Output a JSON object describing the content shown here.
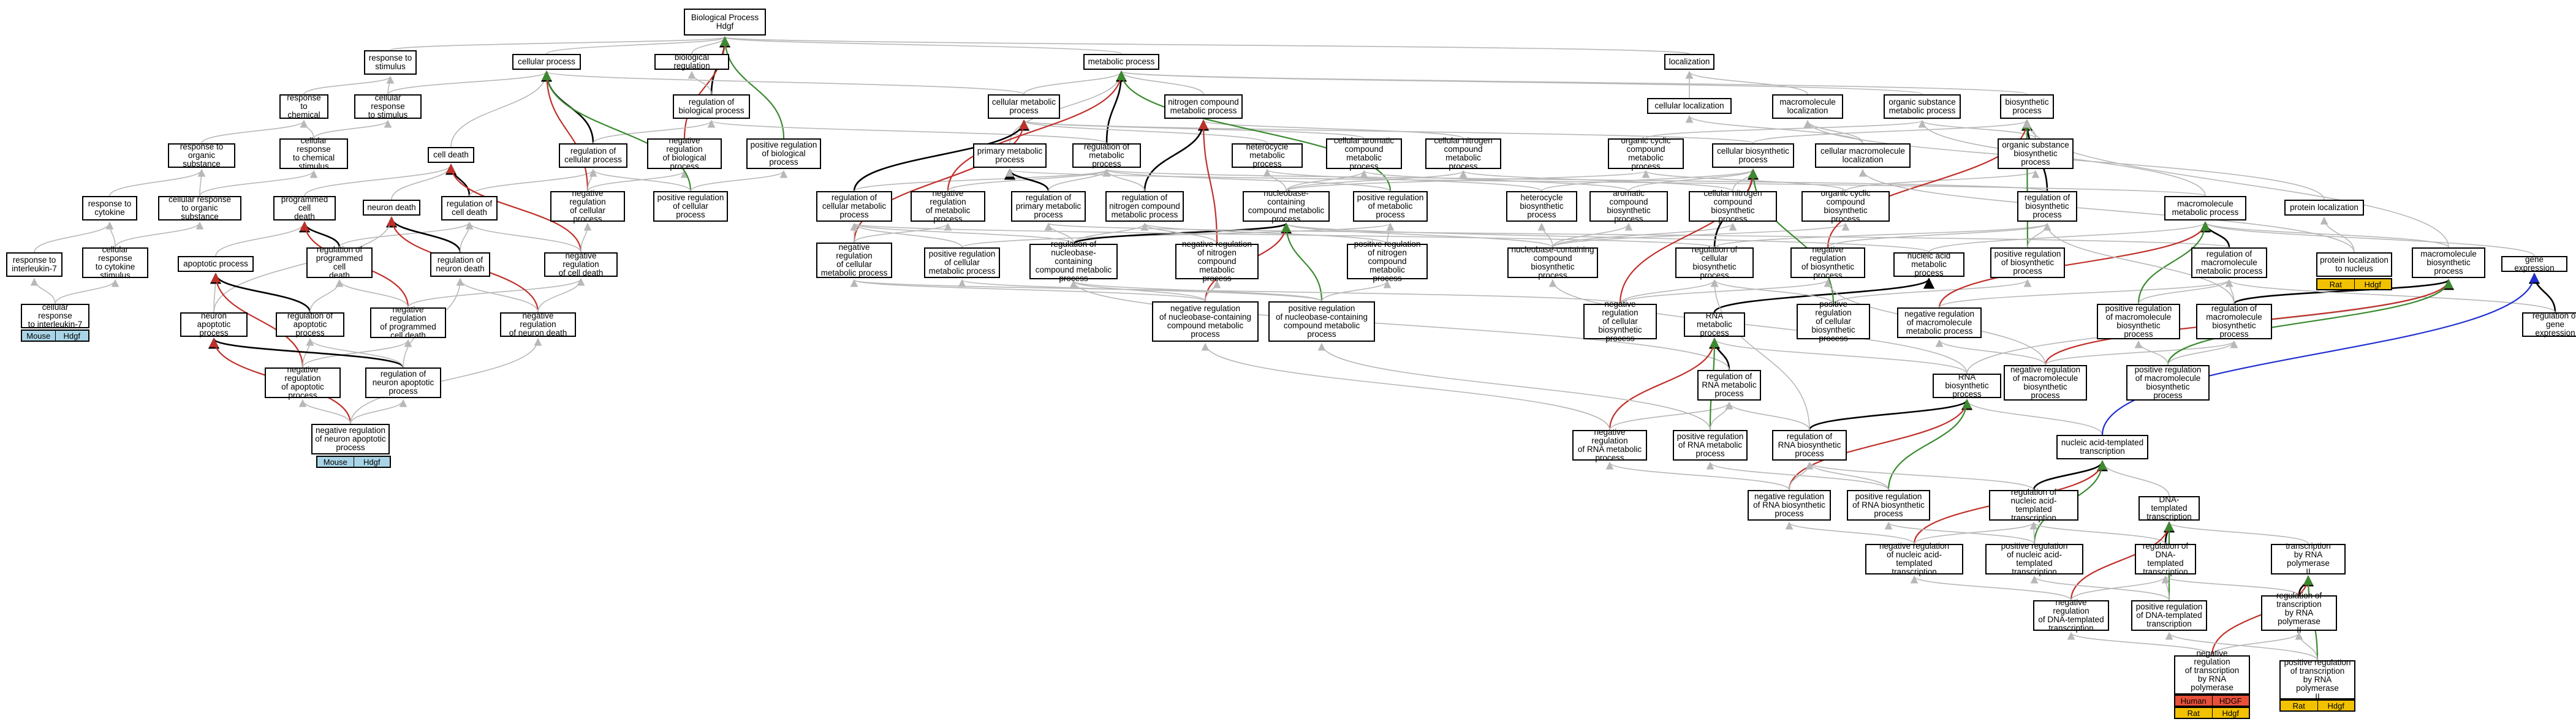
{
  "colors": {
    "gray_edge": "#b8b8b8",
    "black_edge": "#000000",
    "negative_edge": "#c0302a",
    "positive_edge": "#3a8a2f",
    "blue_edge": "#1f2fcf",
    "mouse": "#a8d4e6",
    "human": "#e8503a",
    "rat": "#f2c200"
  },
  "nodes": {
    "bp": "Biological Process\nHdgf",
    "biological_regulation": "biological regulation",
    "cellular_process": "cellular process",
    "metabolic_process": "metabolic process",
    "localization": "localization",
    "response_to_stimulus": "response to\nstimulus",
    "regulation_bp": "regulation of\nbiological process",
    "neg_reg_bp": "negative regulation\nof biological\nprocess",
    "pos_reg_bp": "positive regulation\nof biological\nprocess",
    "response_to_chemical": "response to\nchemical",
    "cellular_response_to_stimulus": "cellular response\nto stimulus",
    "cellular_metabolic_process": "cellular metabolic\nprocess",
    "nitrogen_compound_mp": "nitrogen compound\nmetabolic process",
    "cellular_localization": "cellular localization",
    "macromolecule_localization": "macromolecule\nlocalization",
    "organic_substance_mp": "organic substance\nmetabolic process",
    "biosynthetic_process": "biosynthetic\nprocess",
    "response_to_organic_substance": "response to\norganic substance",
    "cellular_response_to_chemical": "cellular response\nto chemical\nstimulus",
    "cell_death": "cell death",
    "regulation_cellular_process": "regulation of\ncellular process",
    "primary_mp": "primary metabolic\nprocess",
    "regulation_mp": "regulation of\nmetabolic process",
    "heterocycle_mp": "heterocycle\nmetabolic process",
    "cellular_aromatic_mp": "cellular aromatic\ncompound metabolic\nprocess",
    "cellular_nitrogen_mp": "cellular nitrogen\ncompound metabolic\nprocess",
    "organic_cyclic_mp": "organic cyclic\ncompound metabolic\nprocess",
    "cellular_biosynthetic": "cellular biosynthetic\nprocess",
    "cellular_macromolecule_localization": "cellular macromolecule\nlocalization",
    "organic_substance_biosynthetic": "organic substance\nbiosynthetic\nprocess",
    "response_to_cytokine": "response to\ncytokine",
    "cellular_response_to_organic": "cellular response\nto organic substance",
    "programmed_cell_death": "programmed cell\ndeath",
    "neuron_death": "neuron death",
    "regulation_cell_death": "regulation of\ncell death",
    "neg_reg_cellular_process": "negative regulation\nof cellular\nprocess",
    "pos_reg_cellular_process": "positive regulation\nof cellular\nprocess",
    "reg_cellular_mp": "regulation of\ncellular metabolic\nprocess",
    "neg_reg_mp": "negative regulation\nof metabolic\nprocess",
    "reg_primary_mp": "regulation of\nprimary metabolic\nprocess",
    "reg_nitrogen_mp": "regulation of\nnitrogen compound\nmetabolic process",
    "nucleobase_mp": "nucleobase-containing\ncompound metabolic\nprocess",
    "pos_reg_mp": "positive regulation\nof metabolic\nprocess",
    "heterocycle_biosynthetic": "heterocycle\nbiosynthetic\nprocess",
    "aromatic_biosynthetic": "aromatic compound\nbiosynthetic\nprocess",
    "cellular_nitrogen_biosynthetic": "cellular nitrogen\ncompound biosynthetic\nprocess",
    "organic_cyclic_biosynthetic": "organic cyclic\ncompound biosynthetic\nprocess",
    "reg_biosynthetic": "regulation of\nbiosynthetic\nprocess",
    "macromolecule_mp": "macromolecule\nmetabolic process",
    "protein_localization": "protein localization",
    "response_to_il7": "response to\ninterleukin-7",
    "cellular_response_to_cytokine": "cellular response\nto cytokine\nstimulus",
    "apoptotic_process": "apoptotic process",
    "reg_programmed_cell_death": "regulation of\nprogrammed cell\ndeath",
    "reg_neuron_death": "regulation of\nneuron death",
    "neg_reg_cell_death": "negative regulation\nof cell death",
    "neg_reg_cellular_mp": "negative regulation\nof cellular\nmetabolic process",
    "pos_reg_cellular_mp": "positive regulation\nof cellular\nmetabolic process",
    "reg_nucleobase_mp": "regulation of\nnucleobase-containing\ncompound metabolic\nprocess",
    "neg_reg_nitrogen_mp": "negative regulation\nof nitrogen\ncompound metabolic\nprocess",
    "pos_reg_nitrogen_mp": "positive regulation\nof nitrogen\ncompound metabolic\nprocess",
    "nucleobase_biosynthetic": "nucleobase-containing\ncompound biosynthetic\nprocess",
    "reg_cellular_biosynthetic": "regulation of\ncellular biosynthetic\nprocess",
    "neg_reg_biosynthetic": "negative regulation\nof biosynthetic\nprocess",
    "nucleic_acid_mp": "nucleic acid\nmetabolic process",
    "pos_reg_biosynthetic": "positive regulation\nof biosynthetic\nprocess",
    "reg_macromolecule_mp": "regulation of\nmacromolecule\nmetabolic process",
    "protein_localization_nucleus": "protein localization\nto nucleus",
    "macromolecule_biosynthetic": "macromolecule\nbiosynthetic\nprocess",
    "gene_expression": "gene expression",
    "cellular_response_to_il7": "cellular response\nto interleukin-7",
    "neuron_apoptotic_process": "neuron apoptotic\nprocess",
    "reg_apoptotic_process": "regulation of\napoptotic process",
    "neg_reg_programmed_cell_death": "negative regulation\nof programmed\ncell death",
    "neg_reg_neuron_death": "negative regulation\nof neuron death",
    "neg_reg_nucleobase_mp": "negative regulation\nof nucleobase-containing\ncompound metabolic\nprocess",
    "pos_reg_nucleobase_mp": "positive regulation\nof nucleobase-containing\ncompound metabolic\nprocess",
    "neg_reg_cellular_biosynthetic": "negative regulation\nof cellular\nbiosynthetic\nprocess",
    "rna_mp": "RNA metabolic\nprocess",
    "pos_reg_cellular_biosynthetic": "positive regulation\nof cellular\nbiosynthetic\nprocess",
    "neg_reg_macromolecule_biosynthetic": "negative regulation\nof macromolecule\nmetabolic process",
    "pos_reg_macromolecule_mp": "positive regulation\nof macromolecule\nbiosynthetic\nprocess",
    "reg_macromolecule_biosynthetic": "regulation of\nmacromolecule\nbiosynthetic\nprocess",
    "reg_gene_expression": "regulation of\ngene expression",
    "neg_reg_apoptotic_process": "negative regulation\nof apoptotic\nprocess",
    "reg_neuron_apoptotic_process": "regulation of\nneuron apoptotic\nprocess",
    "reg_rna_mp": "regulation of\nRNA metabolic\nprocess",
    "rna_biosynthetic": "RNA biosynthetic\nprocess",
    "neg_reg_macromolecule_biosynthetic2": "negative regulation\nof macromolecule\nbiosynthetic\nprocess",
    "pos_reg_macromolecule_biosynthetic": "positive regulation\nof macromolecule\nbiosynthetic\nprocess",
    "neg_reg_neuron_apoptotic_process": "negative regulation\nof neuron apoptotic\nprocess",
    "neg_reg_rna_mp": "negative regulation\nof RNA metabolic\nprocess",
    "pos_reg_rna_mp": "positive regulation\nof RNA metabolic\nprocess",
    "reg_rna_biosynthetic": "regulation of\nRNA biosynthetic\nprocess",
    "nucleic_acid_templated_transcription": "nucleic acid-templated\ntranscription",
    "neg_reg_rna_biosynthetic": "negative regulation\nof RNA biosynthetic\nprocess",
    "pos_reg_rna_biosynthetic": "positive regulation\nof RNA biosynthetic\nprocess",
    "reg_nucleic_acid_templated": "regulation of\nnucleic acid-templated\ntranscription",
    "dna_templated_transcription": "DNA-templated\ntranscription",
    "neg_reg_nucleic_acid_templated": "negative regulation\nof nucleic acid-templated\ntranscription",
    "pos_reg_nucleic_acid_templated": "positive regulation\nof nucleic acid-templated\ntranscription",
    "reg_dna_templated": "regulation of\nDNA-templated\ntranscription",
    "transcription_rnap2": "transcription\nby RNA polymerase\nII",
    "neg_reg_dna_templated": "negative regulation\nof DNA-templated\ntranscription",
    "pos_reg_dna_templated": "positive regulation\nof DNA-templated\ntranscription",
    "reg_transcription_rnap2": "regulation of\ntranscription\nby RNA polymerase\nII",
    "neg_reg_transcription_rnap2": "negative regulation\nof transcription\nby RNA polymerase\nII",
    "pos_reg_transcription_rnap2": "positive regulation\nof transcription\nby RNA polymerase\nII"
  },
  "annotations": {
    "il7": [
      "Mouse",
      "Hdgf"
    ],
    "neuron_apoptotic": [
      "Mouse",
      "Hdgf"
    ],
    "protein_nucleus": [
      "Rat",
      "Hdgf"
    ],
    "neg_rnap2_human": [
      "Human",
      "HDGF"
    ],
    "neg_rnap2_rat": [
      "Rat",
      "Hdgf"
    ],
    "pos_rnap2_rat": [
      "Rat",
      "Hdgf"
    ]
  }
}
